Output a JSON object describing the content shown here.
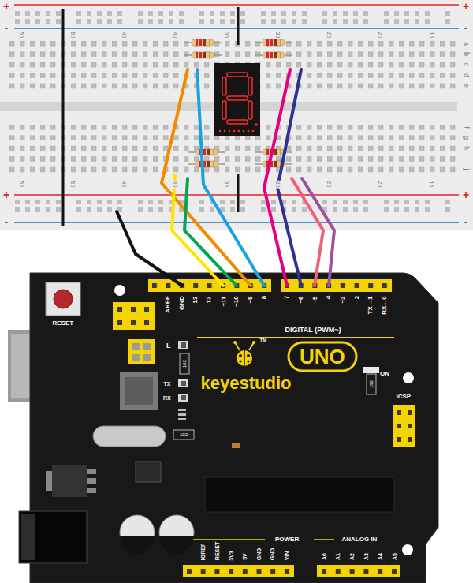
{
  "diagram": {
    "labels": [
      "+",
      "-",
      "+",
      "-",
      "55",
      "50",
      "45",
      "40",
      "35",
      "30",
      "25",
      "20",
      "15",
      "a",
      "b",
      "c",
      "d",
      "e",
      "f",
      "g",
      "h",
      "i",
      "j",
      "55",
      "50",
      "45",
      "40",
      "35",
      "30",
      "25",
      "20",
      "15",
      "+",
      "-",
      "+",
      "-",
      "RESET",
      "AREF",
      "GND",
      "13",
      "12",
      "~11",
      "~10",
      "~9",
      "8",
      "7",
      "~6",
      "~5",
      "4",
      "~3",
      "2",
      "TX→1",
      "RX←0",
      "DIGITAL (PWM~)",
      "L",
      "TX",
      "RX",
      "102",
      "102",
      "102",
      "keyestudio",
      "TM",
      "UNO",
      "ON",
      "ICSP",
      "POWER",
      "IOREF",
      "RESET",
      "3V3",
      "5V",
      "GND",
      "GND",
      "VIN",
      "ANALOG IN",
      "A0",
      "A1",
      "A2",
      "A3",
      "A4",
      "A5"
    ]
  }
}
